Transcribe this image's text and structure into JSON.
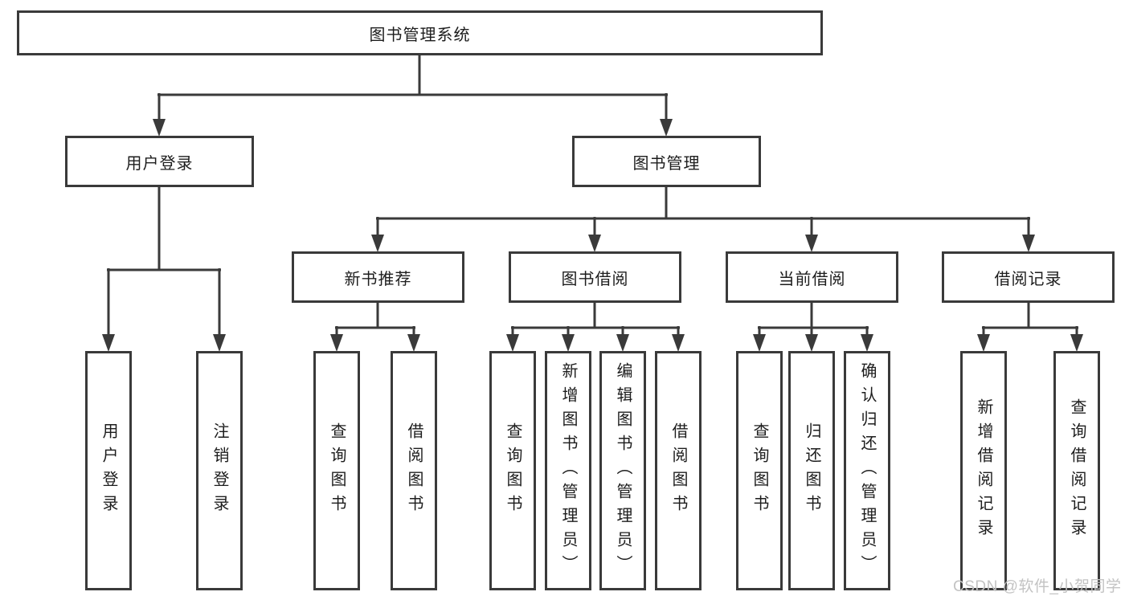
{
  "tree": {
    "root": {
      "label": "图书管理系统"
    },
    "children": [
      {
        "label": "用户登录",
        "children": [
          {
            "label": "用户登录"
          },
          {
            "label": "注销登录"
          }
        ]
      },
      {
        "label": "图书管理",
        "children": [
          {
            "label": "新书推荐",
            "children": [
              {
                "label": "查询图书"
              },
              {
                "label": "借阅图书"
              }
            ]
          },
          {
            "label": "图书借阅",
            "children": [
              {
                "label": "查询图书"
              },
              {
                "label": "新增图书（管理员）"
              },
              {
                "label": "编辑图书（管理员）"
              },
              {
                "label": "借阅图书"
              }
            ]
          },
          {
            "label": "当前借阅",
            "children": [
              {
                "label": "查询图书"
              },
              {
                "label": "归还图书"
              },
              {
                "label": "确认归还（管理员）"
              }
            ]
          },
          {
            "label": "借阅记录",
            "children": [
              {
                "label": "新增借阅记录"
              },
              {
                "label": "查询借阅记录"
              }
            ]
          }
        ]
      }
    ]
  },
  "watermark": {
    "text": "CSDN @软件_小贺同学"
  },
  "colors": {
    "line": "#3a3a3a",
    "text": "#1d1d1d",
    "watermark": "#c3c3c3",
    "bg": "#ffffff"
  }
}
